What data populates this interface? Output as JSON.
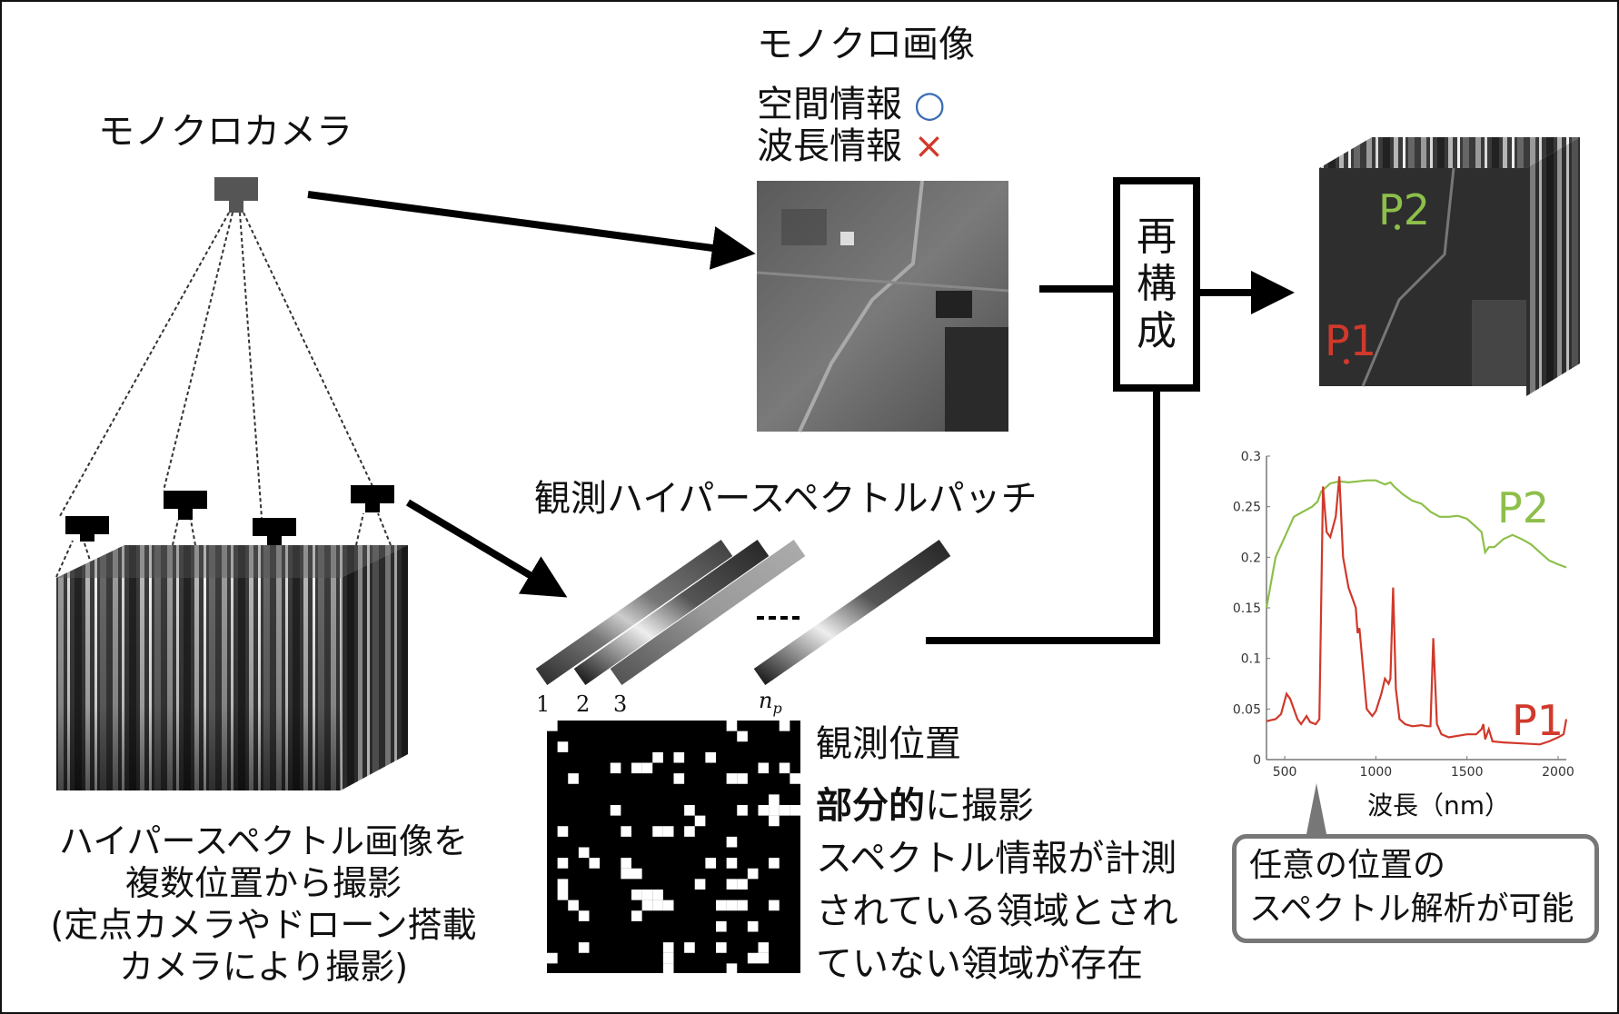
{
  "camera_label": "モノクロカメラ",
  "mono_image": {
    "title": "モノクロ画像",
    "spatial_label": "空間情報",
    "spatial_mark": "○",
    "wavelength_label": "波長情報",
    "wavelength_mark": "×"
  },
  "reconstruct": [
    "再",
    "構",
    "成"
  ],
  "patch_title": "観測ハイパースペクトルパッチ",
  "patch_labels": [
    "1",
    "2",
    "3",
    "n",
    "p"
  ],
  "patch_ellipsis": "....",
  "left_caption": [
    "ハイパースペクトル画像を",
    "複数位置から撮影",
    "(定点カメラやドローン搭載",
    "カメラにより撮影)"
  ],
  "observation": {
    "title": "観測位置",
    "partial_bold": "部分的",
    "partial_rest": "に撮影",
    "lines": [
      "スペクトル情報が計測",
      "されている領域とされ",
      "ていない領域が存在"
    ]
  },
  "cube_points": [
    "P1",
    "P2"
  ],
  "callout": [
    "任意の位置の",
    "スペクトル解析が可能"
  ],
  "colors": {
    "p1": "#d0392b",
    "p2": "#8dbf4a",
    "circle": "#3b6db3",
    "cross": "#d0392b"
  },
  "chart_data": {
    "type": "line",
    "xlabel": "波長（nm）",
    "ylabel": "",
    "xlim": [
      400,
      2045
    ],
    "ylim": [
      0,
      0.3
    ],
    "xticks": [
      500,
      1000,
      1500,
      2000
    ],
    "yticks": [
      0,
      0.05,
      0.1,
      0.15,
      0.2,
      0.25,
      0.3
    ],
    "ytick_labels": [
      "0",
      "0.05",
      "0.1",
      "0.15",
      "0.2",
      "0.25",
      "0.3"
    ],
    "grid": false,
    "series": [
      {
        "name": "P2",
        "color": "#8dbf4a",
        "x": [
          400,
          420,
          450,
          500,
          550,
          600,
          650,
          680,
          700,
          750,
          800,
          850,
          900,
          950,
          1000,
          1050,
          1080,
          1100,
          1150,
          1200,
          1250,
          1300,
          1350,
          1400,
          1450,
          1500,
          1550,
          1580,
          1600,
          1620,
          1650,
          1700,
          1750,
          1800,
          1850,
          1900,
          1950,
          2000,
          2045
        ],
        "y": [
          0.15,
          0.17,
          0.2,
          0.22,
          0.24,
          0.245,
          0.25,
          0.255,
          0.265,
          0.273,
          0.275,
          0.274,
          0.275,
          0.276,
          0.276,
          0.272,
          0.274,
          0.27,
          0.262,
          0.256,
          0.253,
          0.245,
          0.24,
          0.24,
          0.241,
          0.238,
          0.23,
          0.225,
          0.205,
          0.21,
          0.21,
          0.218,
          0.222,
          0.218,
          0.213,
          0.205,
          0.197,
          0.193,
          0.19
        ]
      },
      {
        "name": "P1",
        "color": "#d0392b",
        "x": [
          400,
          450,
          480,
          510,
          530,
          570,
          590,
          620,
          640,
          670,
          690,
          710,
          730,
          750,
          780,
          800,
          820,
          850,
          880,
          890,
          900,
          910,
          950,
          980,
          1000,
          1030,
          1050,
          1070,
          1080,
          1095,
          1110,
          1130,
          1160,
          1200,
          1250,
          1280,
          1300,
          1315,
          1335,
          1360,
          1400,
          1500,
          1550,
          1580,
          1590,
          1600,
          1620,
          1640,
          1700,
          1800,
          1900,
          1950,
          2000,
          2030,
          2045
        ],
        "y": [
          0.038,
          0.04,
          0.045,
          0.065,
          0.06,
          0.04,
          0.035,
          0.043,
          0.037,
          0.035,
          0.04,
          0.27,
          0.225,
          0.22,
          0.24,
          0.28,
          0.2,
          0.17,
          0.155,
          0.15,
          0.125,
          0.13,
          0.05,
          0.043,
          0.048,
          0.065,
          0.08,
          0.075,
          0.08,
          0.17,
          0.07,
          0.04,
          0.035,
          0.033,
          0.034,
          0.033,
          0.033,
          0.12,
          0.035,
          0.025,
          0.022,
          0.025,
          0.025,
          0.03,
          0.035,
          0.02,
          0.03,
          0.018,
          0.017,
          0.016,
          0.015,
          0.018,
          0.022,
          0.025,
          0.04
        ]
      }
    ]
  }
}
